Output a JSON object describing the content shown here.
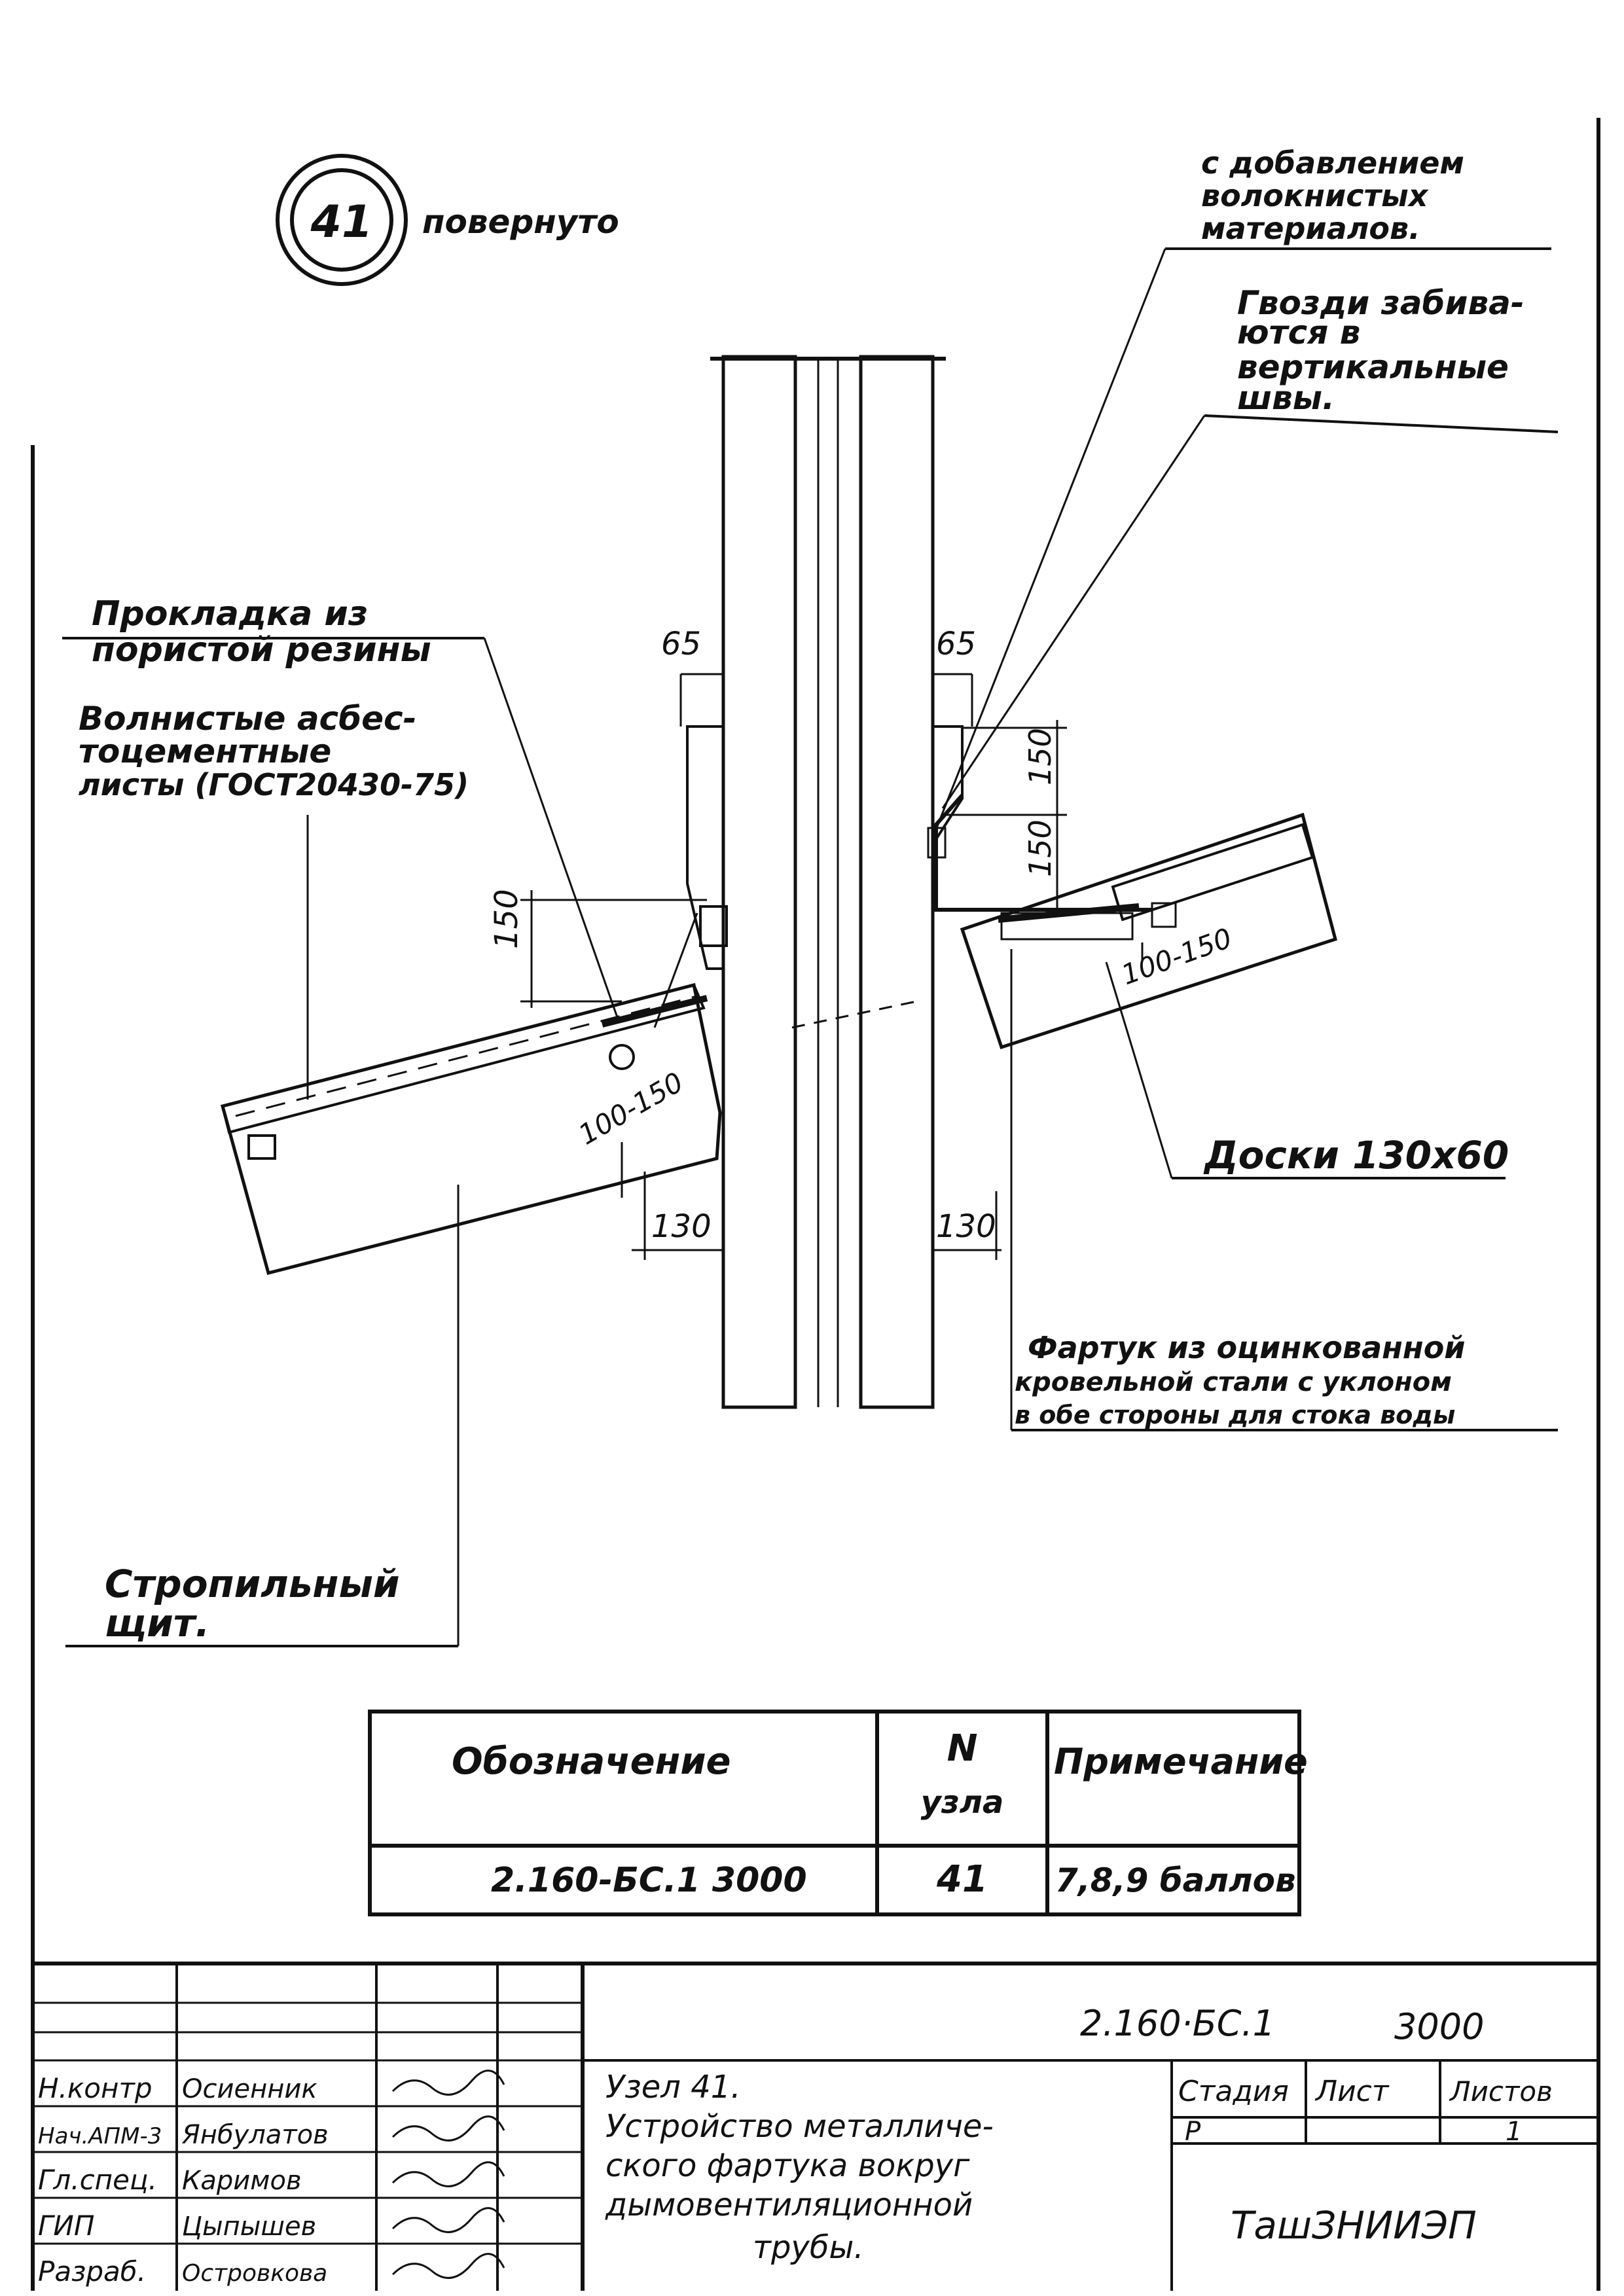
{
  "node_callout": {
    "number": "41",
    "note": "повернуто"
  },
  "labels": {
    "fibrous_1": "с добавлением",
    "fibrous_2": "волокнистых",
    "fibrous_3": "материалов.",
    "nails_1": "Гвозди забива-",
    "nails_2": "ются в",
    "nails_3": "вертикальные",
    "nails_4": "швы.",
    "gasket_1": "Прокладка из",
    "gasket_2": "пористой резины",
    "sheets_1": "Волнистые асбес-",
    "sheets_2": "тоцементные",
    "sheets_3": "листы (ГОСТ20430-75)",
    "boards": "Доски 130х60",
    "apron_1": "Фартук из оцинкованной",
    "apron_2": "кровельной стали с уклоном",
    "apron_3": "в обе стороны для стока воды",
    "rafter_1": "Стропильный",
    "rafter_2": "щит."
  },
  "dimensions": {
    "d65_left": "65",
    "d65_right": "65",
    "d150_left": "150",
    "d150_r_top": "150",
    "d150_r_bot": "150",
    "d100_150_left": "100-150",
    "d100_150_right": "100-150",
    "d130_left": "130",
    "d130_right": "130"
  },
  "spec_table": {
    "headers": {
      "designation": "Обозначение",
      "node_no_1": "N",
      "node_no_2": "узла",
      "note": "Примечание"
    },
    "row": {
      "designation": "2.160-БС.1   3000",
      "node_no": "41",
      "note": "7,8,9 баллов"
    }
  },
  "title_block": {
    "doc_code": "2.160·БС.1",
    "doc_code_suffix": "3000",
    "roles": [
      "Н.контр",
      "Нач.АПМ-3",
      "Гл.спец.",
      "ГИП",
      "Разраб."
    ],
    "names": [
      "Осиенник",
      "Янбулатов",
      "Каримов",
      "Цыпышев",
      "Островкова"
    ],
    "title_1": "Узел 41.",
    "title_2": "Устройство металличе-",
    "title_3": "ского фартука вокруг",
    "title_4": "дымовентиляционной",
    "title_5": "трубы.",
    "stage_label": "Стадия",
    "sheet_label": "Лист",
    "sheets_label": "Листов",
    "stage_value": "Р",
    "sheets_value": "1",
    "org": "ТашЗНИИЭП"
  }
}
